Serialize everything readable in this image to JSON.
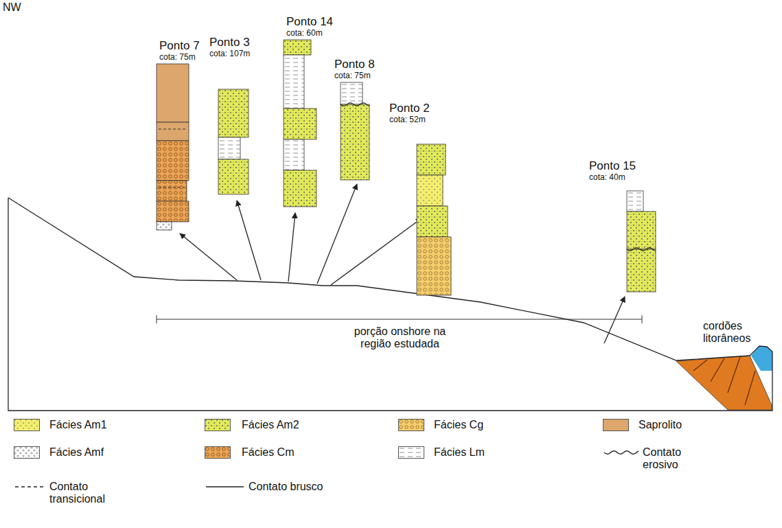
{
  "diagram": {
    "nodes": [
      {
        "text": [
          "Ponto 7",
          "cota: 75m"
        ]
      },
      {
        "text": [
          "Ponto 3",
          "cota: 107m"
        ]
      },
      {
        "text": [
          "Ponto 14",
          "cota: 60m"
        ]
      },
      {
        "text": [
          "Ponto 8",
          "cota: 75m"
        ]
      },
      {
        "text": [
          "Ponto 2",
          "cota: 52m"
        ]
      },
      {
        "text": [
          "Ponto 15",
          "cota: 40m"
        ]
      }
    ],
    "labels": [
      "NW",
      "porção onshore na região estudada",
      "cordões litorâneos"
    ],
    "legend": [
      {
        "text": "Fácies Am1",
        "color": "#f3ee6e"
      },
      {
        "text": "Fácies Am2",
        "color": "#e2ea5a"
      },
      {
        "text": "Fácies Cg",
        "color": "#f5cd6c"
      },
      {
        "text": "Saprolito",
        "color": "#dca66c"
      },
      {
        "text": "Fácies Amf",
        "color": "#ffffff"
      },
      {
        "text": "Fácies Cm",
        "color": "#eca456"
      },
      {
        "text": "Fácies Lm",
        "color": "#ffffff"
      },
      {
        "text": "Contato erosivo"
      },
      {
        "text": "Contato transicional"
      },
      {
        "text": "Contato brusco"
      }
    ]
  }
}
